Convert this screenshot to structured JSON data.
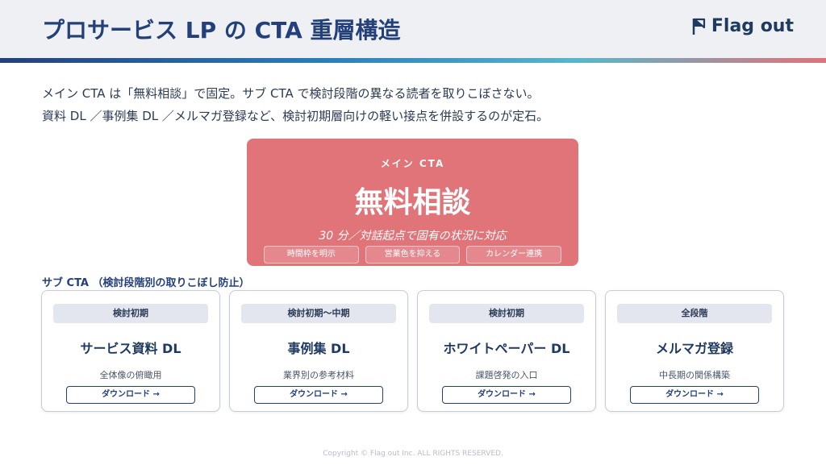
{
  "header": {
    "title": "プロサービス LP の CTA 重層構造",
    "logo_text": "Flag out"
  },
  "description": {
    "line1": "メイン CTA は「無料相談」で固定。サブ CTA で検討段階の異なる読者を取りこぼさない。",
    "line2": "資料 DL ／事例集 DL ／メルマガ登録など、検討初期層向けの軽い接点を併設するのが定石。"
  },
  "main_cta": {
    "label": "メイン CTA",
    "title": "無料相談",
    "subtitle": "30 分／対話起点で固有の状況に対応",
    "tags": [
      "時間枠を明示",
      "営業色を抑える",
      "カレンダー連携"
    ]
  },
  "sub_cta": {
    "heading": "サブ CTA （検討段階別の取りこぼし防止）",
    "cards": [
      {
        "badge": "検討初期",
        "title": "サービス資料 DL",
        "desc": "全体像の俯瞰用",
        "button": "ダウンロード →"
      },
      {
        "badge": "検討初期〜中期",
        "title": "事例集 DL",
        "desc": "業界別の参考材料",
        "button": "ダウンロード →"
      },
      {
        "badge": "検討初期",
        "title": "ホワイトペーパー DL",
        "desc": "課題啓発の入口",
        "button": "ダウンロード →"
      },
      {
        "badge": "全段階",
        "title": "メルマガ登録",
        "desc": "中長期の関係構築",
        "button": "ダウンロード →"
      }
    ]
  },
  "footer": {
    "copyright": "Copyright © Flag out Inc. ALL RIGHTS RESERVED."
  },
  "colors": {
    "accent_navy": "#24407a",
    "main_cta": "#e07479",
    "badge_bg": "#e3e6ee"
  }
}
